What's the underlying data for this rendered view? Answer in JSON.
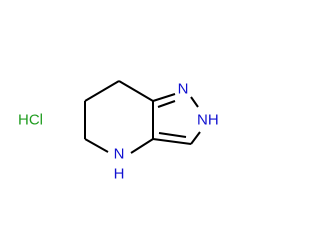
{
  "molecule": {
    "salt_label": "HCl",
    "atoms": {
      "n1": "N",
      "n2h": "NH",
      "n4h": "NH",
      "n4h_n": "N",
      "n4h_h": "H"
    },
    "colors": {
      "bond": "#000000",
      "nitrogen": "#1010d0",
      "chlorine": "#1f9c1f"
    }
  }
}
